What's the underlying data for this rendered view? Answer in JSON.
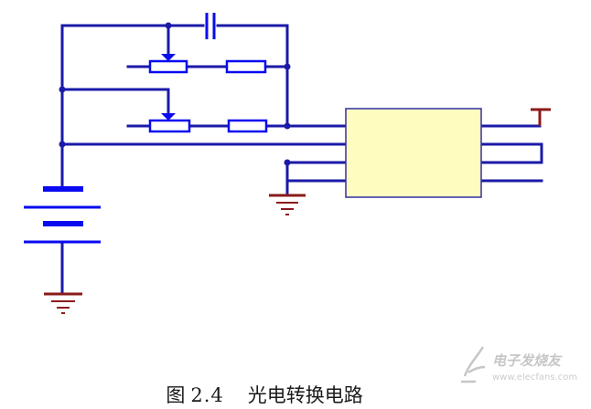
{
  "figure": {
    "caption_prefix": "图",
    "caption_number": "2.4",
    "caption_title": "光电转换电路"
  },
  "watermark": {
    "text": "电子发烧友",
    "url": "www.elecfans.com"
  },
  "colors": {
    "wire": "#1a1aa8",
    "component": "#0a0af0",
    "ground": "#8a1a1a",
    "ic_fill": "#fffcc0",
    "ic_border": "#3030a0",
    "watermark": "#c0c0c0"
  }
}
